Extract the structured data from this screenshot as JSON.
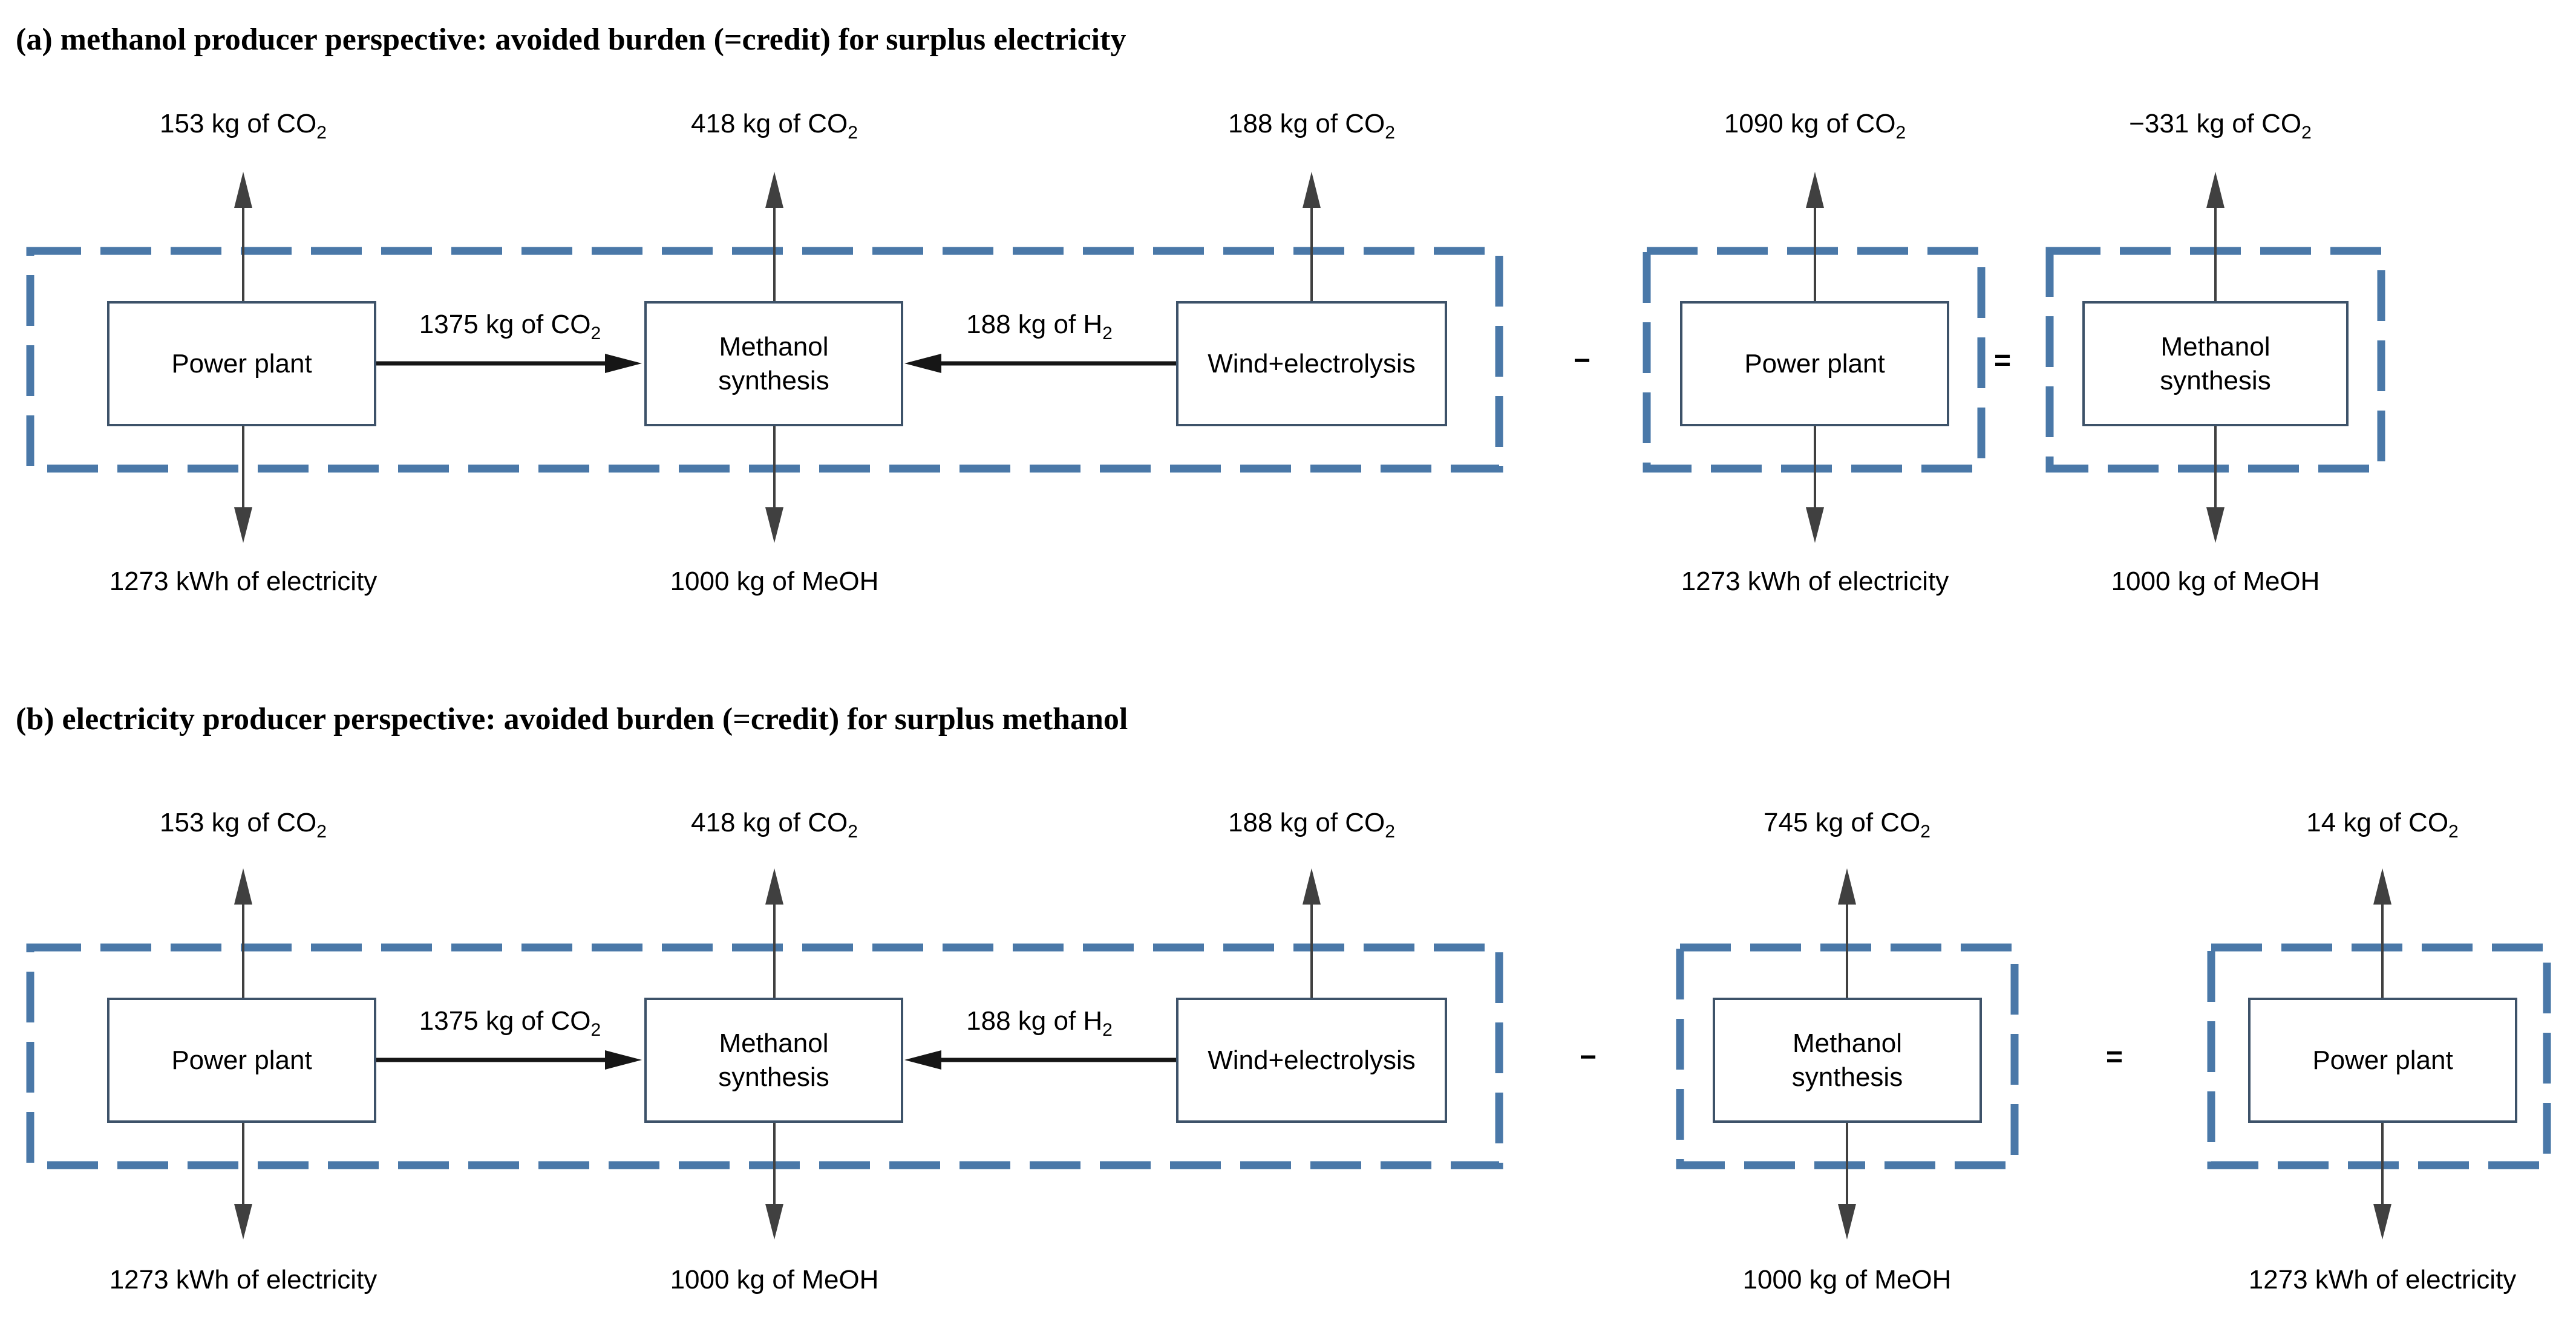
{
  "page": {
    "background": "#ffffff"
  },
  "colors": {
    "page-bg": "#ffffff",
    "dash-color": "#4a78a8",
    "box-border-color": "#3d5269",
    "arrow-color": "#404040",
    "flow-arrow-color": "#161616",
    "text-color": "#000000"
  },
  "sections": {
    "a": {
      "title": "(a) methanol producer perspective: avoided burden (=credit) for surplus electricity",
      "top_labels": {
        "power": {
          "text": "153 kg of CO",
          "sub": "2"
        },
        "methanol": {
          "text": "418 kg of CO",
          "sub": "2"
        },
        "wind": {
          "text": "188 kg of CO",
          "sub": "2"
        },
        "result1": {
          "text": "1090 kg of CO",
          "sub": "2"
        },
        "result2": {
          "text": "−331 kg of CO",
          "sub": "2"
        }
      },
      "flow_labels": {
        "co2": {
          "text": "1375 kg of CO",
          "sub": "2"
        },
        "h2": {
          "text": "188 kg of H",
          "sub": "2"
        }
      },
      "boxes": {
        "power": {
          "line1": "Power plant",
          "line2": ""
        },
        "methanol": {
          "line1": "Methanol",
          "line2": "synthesis"
        },
        "wind": {
          "line1": "Wind+electrolysis",
          "line2": ""
        },
        "result1": {
          "line1": "Power plant",
          "line2": ""
        },
        "result2": {
          "line1": "Methanol",
          "line2": "synthesis"
        }
      },
      "bottom_labels": {
        "power": "1273 kWh of electricity",
        "methanol": "1000 kg of MeOH",
        "result1": "1273 kWh of electricity",
        "result2": "1000 kg of MeOH"
      },
      "operators": {
        "minus": "−",
        "equals": "="
      }
    },
    "b": {
      "title": "(b) electricity producer perspective: avoided burden (=credit) for surplus methanol",
      "top_labels": {
        "power": {
          "text": "153 kg of CO",
          "sub": "2"
        },
        "methanol": {
          "text": "418 kg of CO",
          "sub": "2"
        },
        "wind": {
          "text": "188 kg of CO",
          "sub": "2"
        },
        "result1": {
          "text": "745 kg of CO",
          "sub": "2"
        },
        "result2": {
          "text": "14 kg of CO",
          "sub": "2"
        }
      },
      "flow_labels": {
        "co2": {
          "text": "1375 kg of CO",
          "sub": "2"
        },
        "h2": {
          "text": "188 kg of H",
          "sub": "2"
        }
      },
      "boxes": {
        "power": {
          "line1": "Power plant",
          "line2": ""
        },
        "methanol": {
          "line1": "Methanol",
          "line2": "synthesis"
        },
        "wind": {
          "line1": "Wind+electrolysis",
          "line2": ""
        },
        "result1": {
          "line1": "Methanol",
          "line2": "synthesis"
        },
        "result2": {
          "line1": "Power plant",
          "line2": ""
        }
      },
      "bottom_labels": {
        "power": "1273 kWh of electricity",
        "methanol": "1000 kg of MeOH",
        "result1": "1000 kg of MeOH",
        "result2": "1273 kWh of electricity"
      },
      "operators": {
        "minus": "−",
        "equals": "="
      }
    }
  }
}
